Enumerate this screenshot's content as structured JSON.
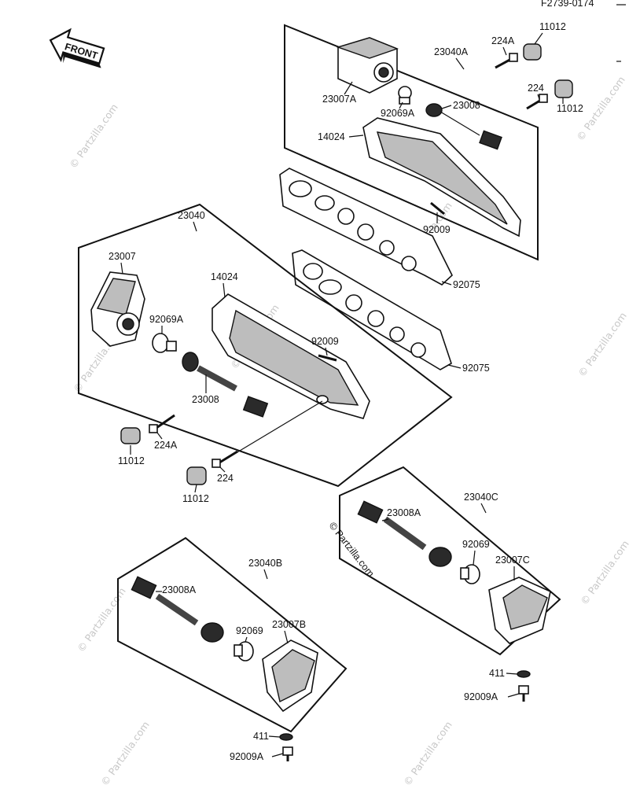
{
  "header": {
    "code": "F2739-0174"
  },
  "front_arrow": {
    "label": "FRONT"
  },
  "watermark": {
    "small": "© Partzilla.com",
    "large": "© Partzilla.com"
  },
  "groups": {
    "top_right": {
      "assembly": "23040A",
      "parts": {
        "housing": "23007A",
        "bulb": "92069A",
        "socket": "23008",
        "lens_cover": "14024",
        "screw": "92009",
        "gasket_upper": "92075",
        "bolt_a": "224A",
        "grommet_a": "11012",
        "bolt": "224",
        "grommet": "11012"
      }
    },
    "middle_left": {
      "assembly": "23040",
      "parts": {
        "housing": "23007",
        "lens_cover": "14024",
        "bulb": "92069A",
        "screw": "92009",
        "socket": "23008",
        "gasket": "92075",
        "bolt_a": "224A",
        "grommet_a": "11012",
        "bolt": "224",
        "grommet": "11012"
      }
    },
    "bottom_right": {
      "assembly": "23040C",
      "parts": {
        "socket": "23008A",
        "bulb": "92069",
        "housing": "23007C",
        "washer": "411",
        "screw": "92009A"
      }
    },
    "bottom_left": {
      "assembly": "23040B",
      "parts": {
        "socket": "23008A",
        "bulb": "92069",
        "housing": "23007B",
        "washer": "411",
        "screw": "92009A"
      }
    }
  }
}
